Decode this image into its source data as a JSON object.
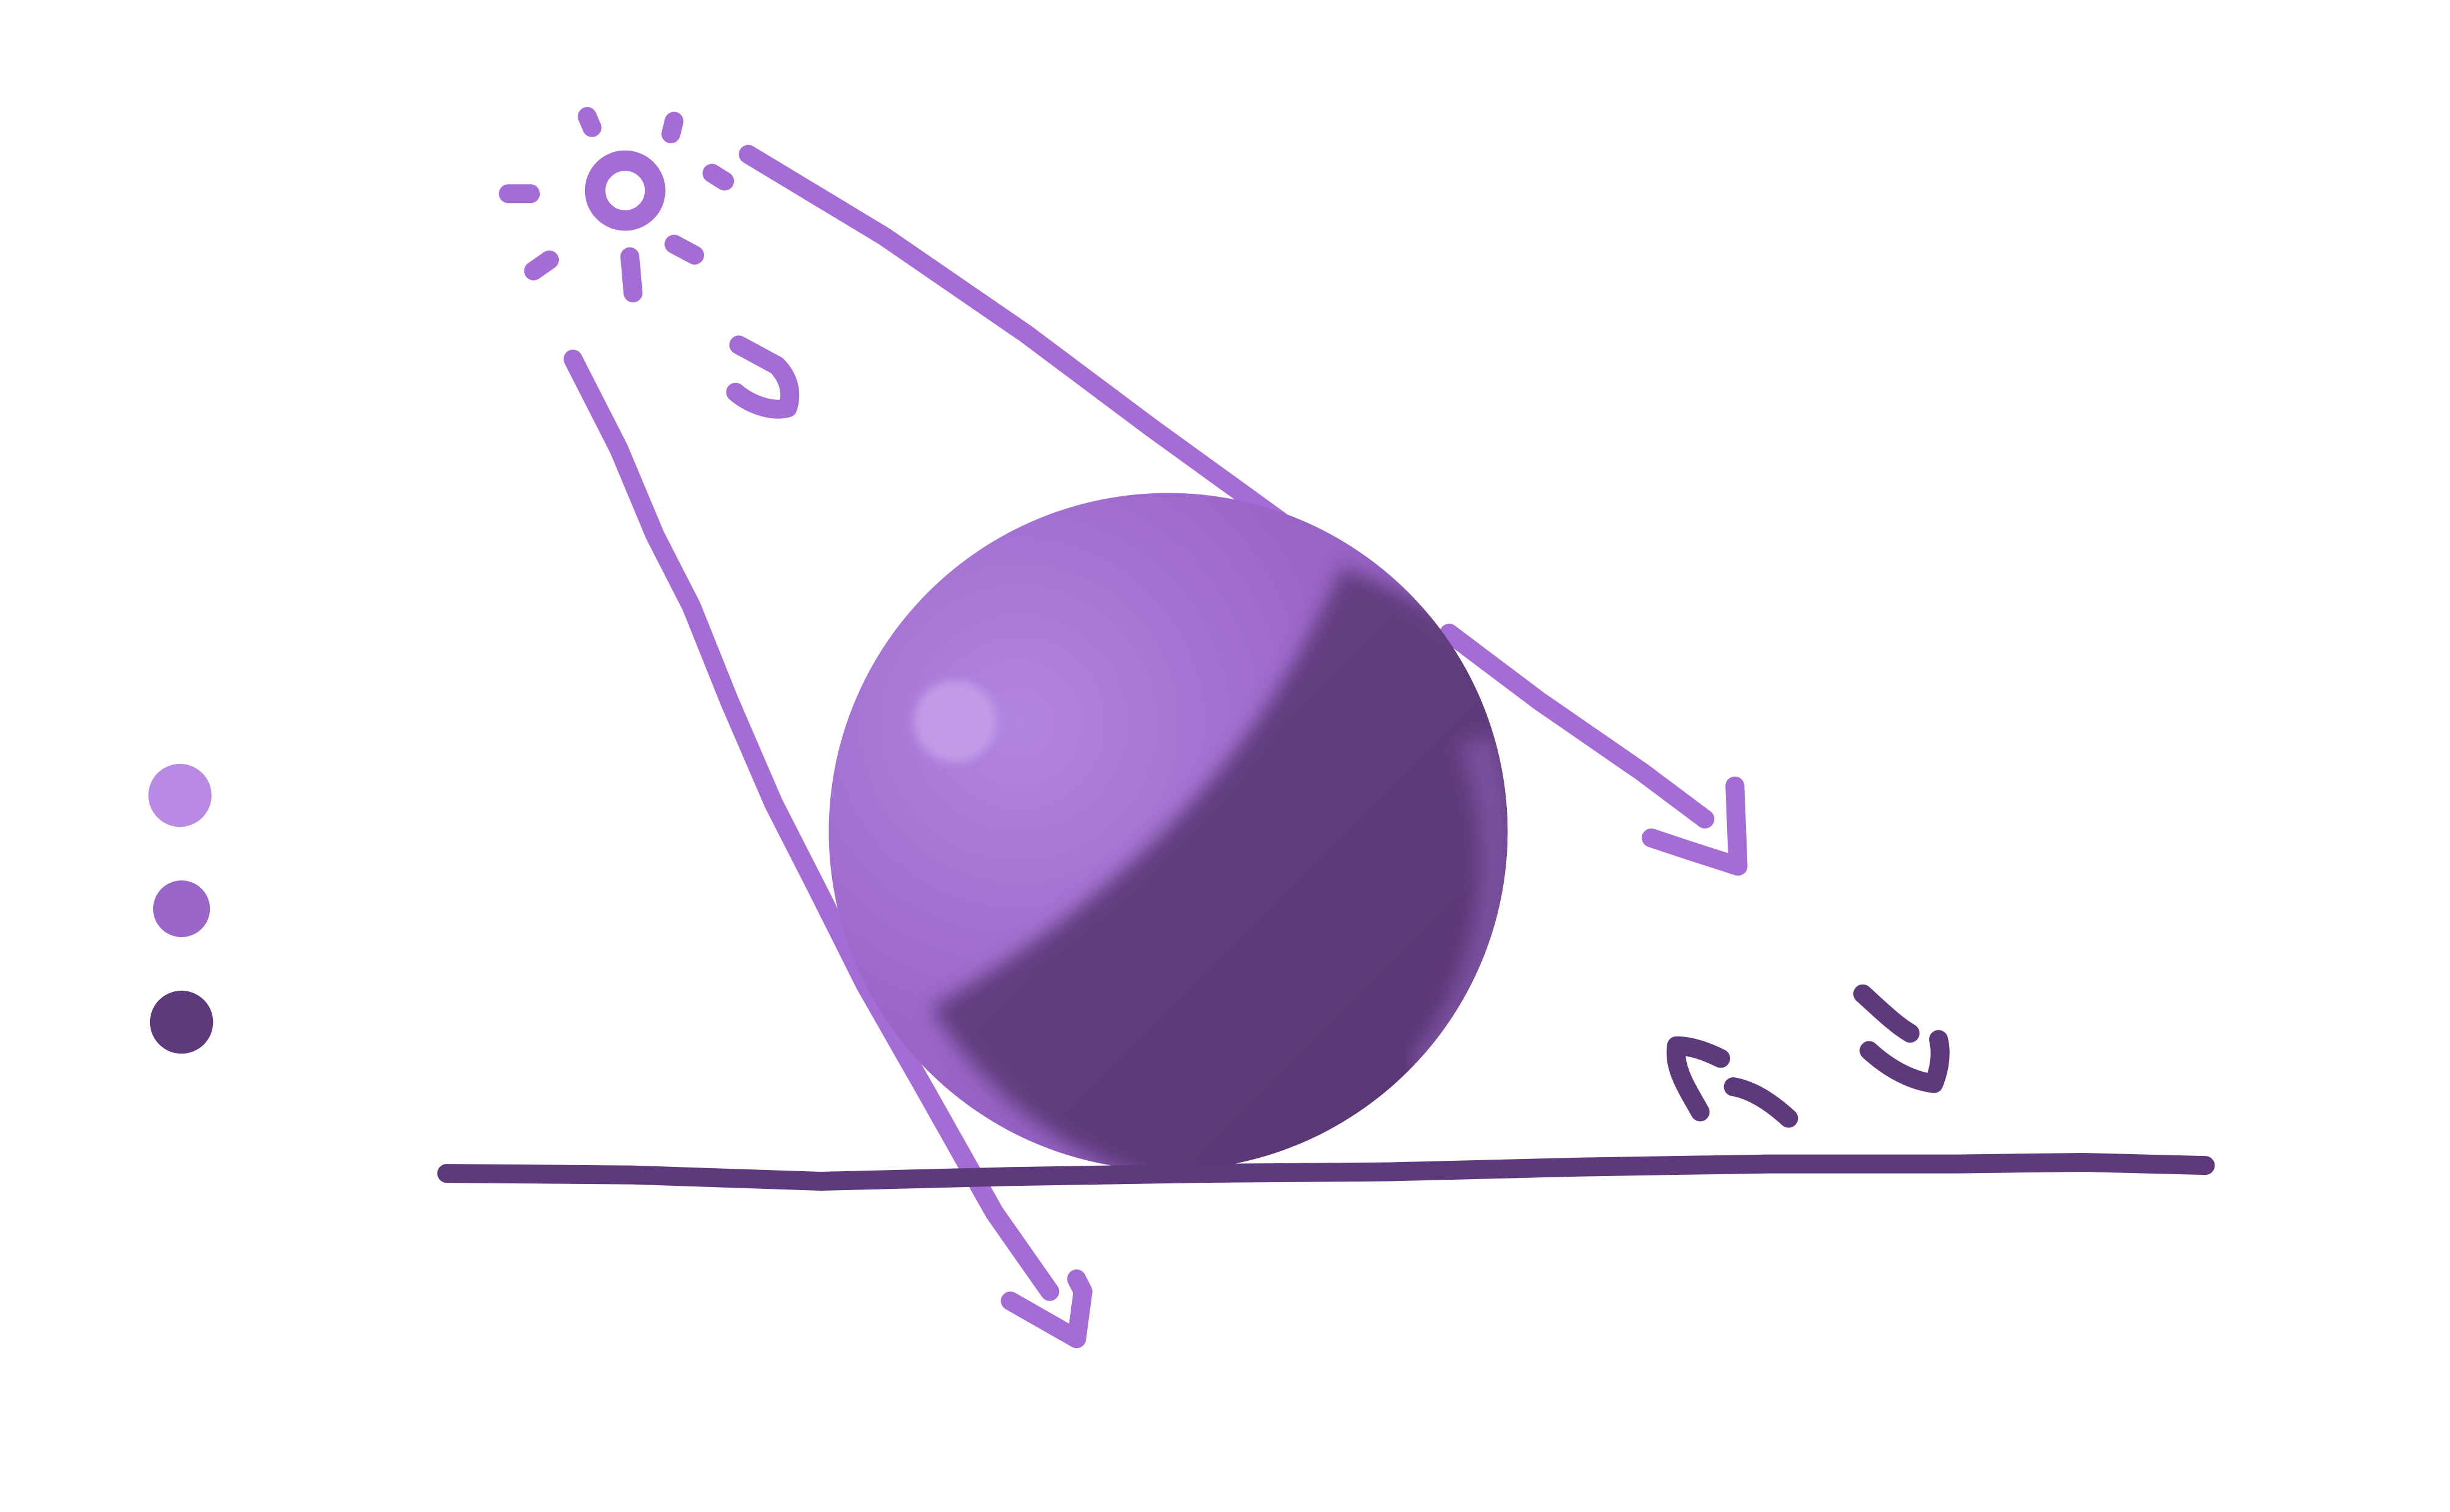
{
  "diagram": {
    "subject": "sphere-lighting-sketch",
    "colors": {
      "background": "#ffffff",
      "light_tone": "#b98ae3",
      "mid_tone": "#9b66c9",
      "dark_tone": "#5e3a7c",
      "ground_line": "#5e3a7c",
      "light_rays": "#a46cd4"
    },
    "swatches": [
      {
        "name": "light",
        "color": "#b98ae3"
      },
      {
        "name": "mid",
        "color": "#9b66c9"
      },
      {
        "name": "dark",
        "color": "#5e3a7c"
      }
    ],
    "icons": [
      "sun-icon",
      "arrow-icon"
    ]
  }
}
